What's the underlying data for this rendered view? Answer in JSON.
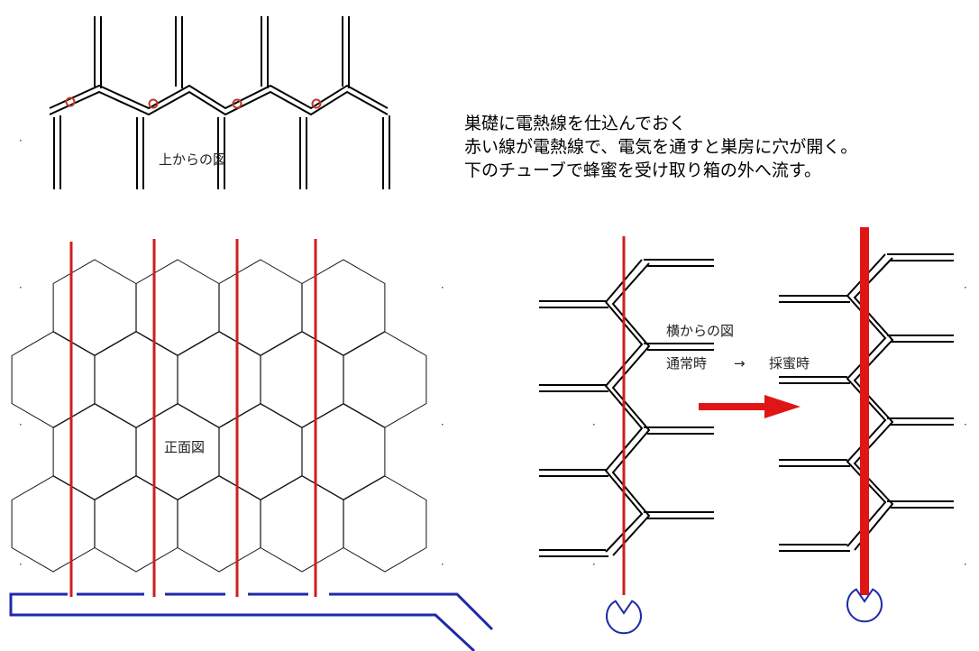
{
  "labels": {
    "top_view": "上からの図",
    "front_view": "正面図",
    "side_view": "横からの図",
    "normal": "通常時",
    "arrow_glyph": "→",
    "harvest": "採蜜時"
  },
  "notes": [
    "巣礎に電熱線を仕込んでおく",
    "赤い線が電熱線で、電気を通すと巣房に穴が開く。",
    "下のチューブで蜂蜜を受け取り箱の外へ流す。"
  ],
  "colors": {
    "heating_wire": "#d11d1d",
    "tube": "#1f2aa8",
    "wax": "#000000",
    "marker": "#c0392b"
  }
}
